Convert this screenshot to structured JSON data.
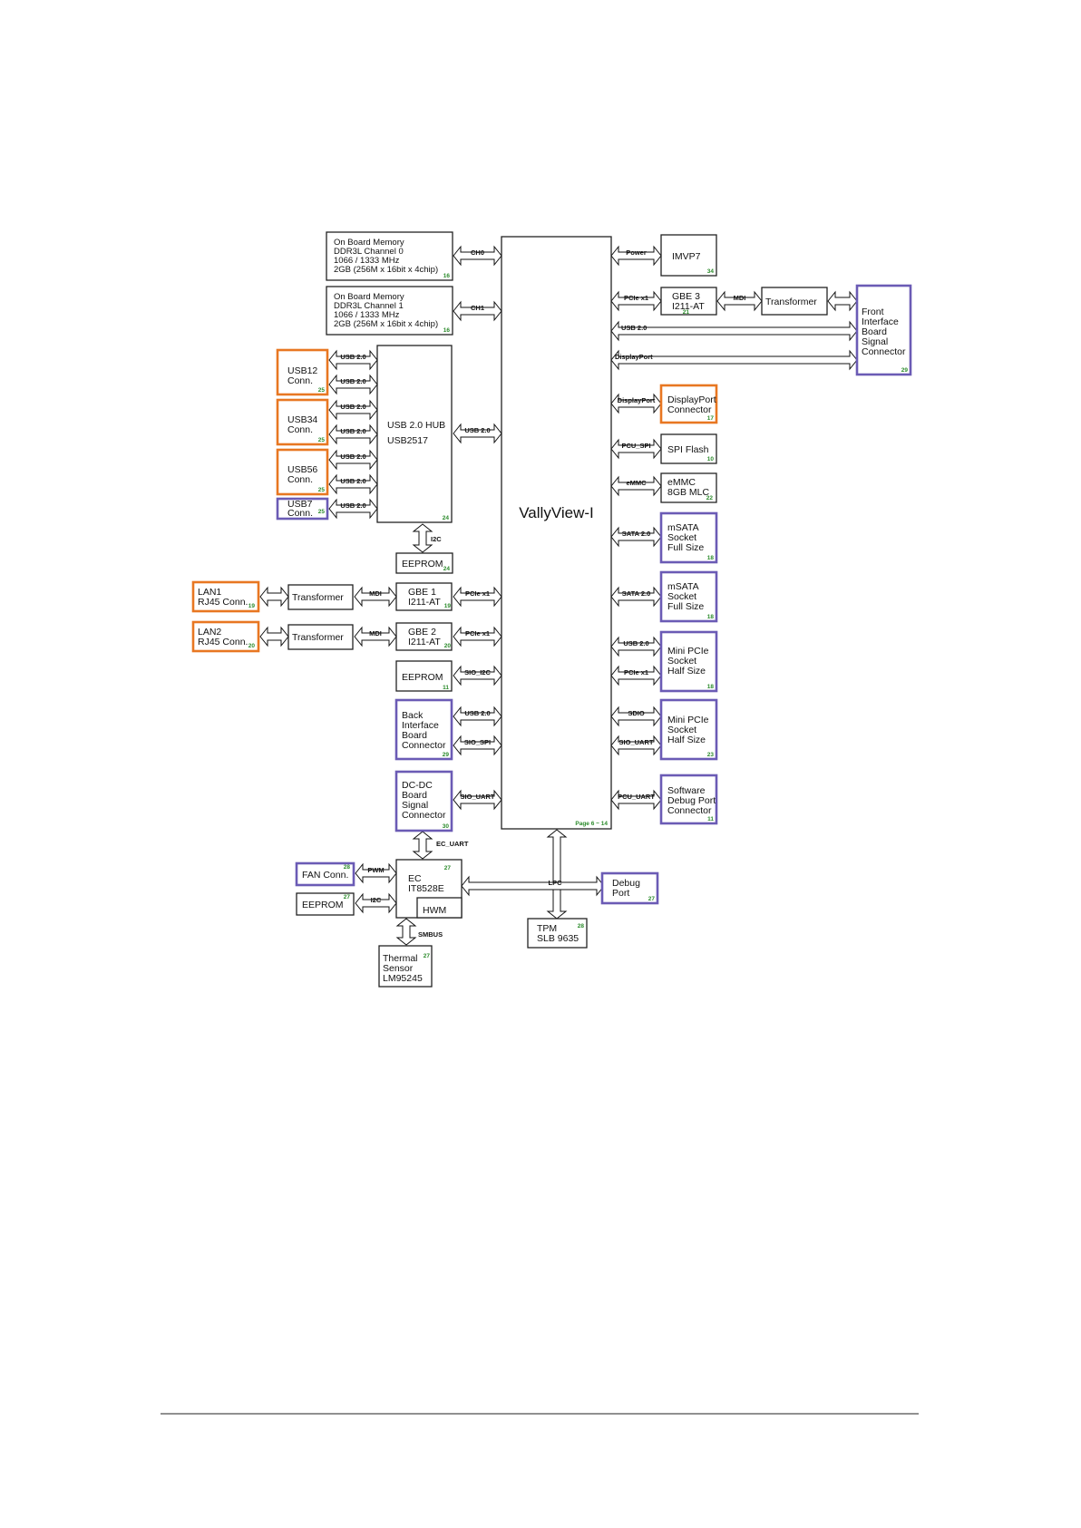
{
  "soc": {
    "name": "VallyView-I",
    "page": "Page 6 ~ 14"
  },
  "boxes": {
    "mem0": {
      "lines": [
        "On Board Memory",
        "DDR3L Channel 0",
        "1066 / 1333 MHz",
        "2GB (256M x 16bit x 4chip)"
      ],
      "page": "16"
    },
    "mem1": {
      "lines": [
        "On Board Memory",
        "DDR3L Channel 1",
        "1066 / 1333 MHz",
        "2GB (256M x 16bit x 4chip)"
      ],
      "page": "16"
    },
    "usb12": {
      "lines": [
        "USB12",
        "Conn."
      ],
      "page": "25"
    },
    "usb34": {
      "lines": [
        "USB34",
        "Conn."
      ],
      "page": "25"
    },
    "usb56": {
      "lines": [
        "USB56",
        "Conn."
      ],
      "page": "25"
    },
    "usb7": {
      "lines": [
        "USB7",
        "Conn."
      ],
      "page": "25"
    },
    "hub": {
      "lines": [
        "USB 2.0 HUB",
        "USB2517"
      ],
      "page": "24"
    },
    "eeprom_hub": {
      "lines": [
        "EEPROM"
      ],
      "page": "24"
    },
    "lan1": {
      "lines": [
        "LAN1",
        "RJ45 Conn."
      ],
      "page": "19"
    },
    "lan2": {
      "lines": [
        "LAN2",
        "RJ45 Conn."
      ],
      "page": "20"
    },
    "xfmr1": {
      "lines": [
        "Transformer"
      ]
    },
    "xfmr2": {
      "lines": [
        "Transformer"
      ]
    },
    "gbe1": {
      "lines": [
        "GBE 1",
        "I211-AT"
      ],
      "page": "19"
    },
    "gbe2": {
      "lines": [
        "GBE 2",
        "I211-AT"
      ],
      "page": "20"
    },
    "eeprom_sio": {
      "lines": [
        "EEPROM"
      ],
      "page": "11"
    },
    "back_if": {
      "lines": [
        "Back",
        "Interface",
        "Board",
        "Connector"
      ],
      "page": "29"
    },
    "dcdc": {
      "lines": [
        "DC-DC",
        "Board",
        "Signal",
        "Connector"
      ],
      "page": "30"
    },
    "ec": {
      "lines": [
        "EC",
        "IT8528E"
      ],
      "page": "27"
    },
    "hwm": {
      "lines": [
        "HWM"
      ]
    },
    "fan": {
      "lines": [
        "FAN Conn."
      ],
      "page": "28"
    },
    "eeprom_ec": {
      "lines": [
        "EEPROM"
      ],
      "page": "27"
    },
    "thermal": {
      "lines": [
        "Thermal",
        "Sensor",
        "LM95245"
      ],
      "page": "27"
    },
    "tpm": {
      "lines": [
        "TPM",
        "SLB 9635"
      ],
      "page": "28"
    },
    "debug": {
      "lines": [
        "Debug",
        "Port"
      ],
      "page": "27"
    },
    "imvp7": {
      "lines": [
        "IMVP7"
      ],
      "page": "34"
    },
    "gbe3": {
      "lines": [
        "GBE 3",
        "I211-AT"
      ],
      "page": "21"
    },
    "xfmr3": {
      "lines": [
        "Transformer"
      ]
    },
    "front_if": {
      "lines": [
        "Front",
        "Interface",
        "Board",
        "Signal",
        "Connector"
      ],
      "page": "29"
    },
    "dp_conn": {
      "lines": [
        "DisplayPort",
        "Connector"
      ],
      "page": "17"
    },
    "spi_flash": {
      "lines": [
        "SPI Flash"
      ],
      "page": "10"
    },
    "emmc": {
      "lines": [
        "eMMC",
        "8GB MLC"
      ],
      "page": "22"
    },
    "msata1": {
      "lines": [
        "mSATA",
        "Socket",
        "Full Size"
      ],
      "page": "18"
    },
    "msata2": {
      "lines": [
        "mSATA",
        "Socket",
        "Full Size"
      ],
      "page": "18"
    },
    "minipcie1": {
      "lines": [
        "Mini PCIe",
        "Socket",
        "Half Size"
      ],
      "page": "18"
    },
    "minipcie2": {
      "lines": [
        "Mini PCIe",
        "Socket",
        "Half Size"
      ],
      "page": "23"
    },
    "sw_debug": {
      "lines": [
        "Software",
        "Debug Port",
        "Connector"
      ],
      "page": "11"
    }
  },
  "buses": {
    "ch0": "CH0",
    "ch1": "CH1",
    "usb20": "USB 2.0",
    "i2c": "I2C",
    "mdi": "MDI",
    "pcie_x1": "PCIe x1",
    "sio_i2c": "SIO_I2C",
    "sio_spi": "SIO_SPI",
    "sio_uart": "SIO_UART",
    "ec_uart": "EC_UART",
    "pwm": "PWM",
    "smbus": "SMBUS",
    "lpc": "LPC",
    "power": "Power",
    "displayport": "DisplayPort",
    "pcu_spi": "PCU_SPI",
    "emmc": "eMMC",
    "sata20": "SATA 2.0",
    "sdio": "SDIO",
    "pcu_uart": "PCU_UART"
  }
}
